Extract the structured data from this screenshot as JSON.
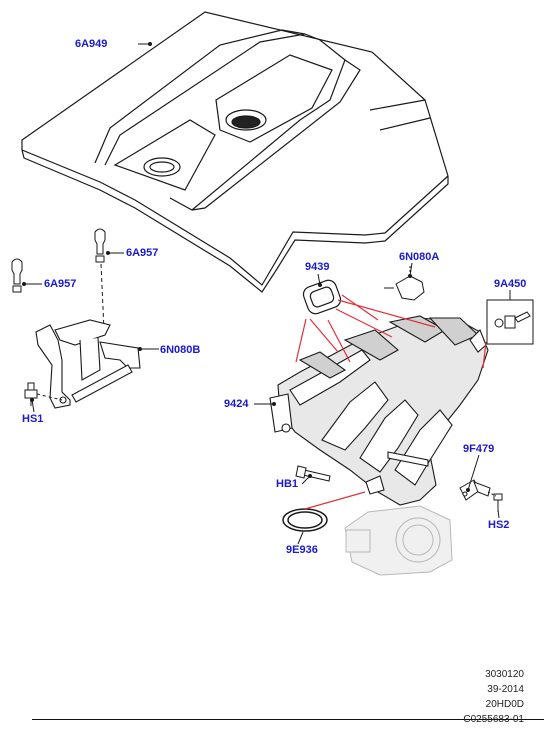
{
  "callouts": {
    "engine_cover": "6A949",
    "stud_upper": "6A957",
    "stud_left": "6A957",
    "bracket": "6N080B",
    "screw_hs1": "HS1",
    "gasket_9439": "9439",
    "clip_6n080a": "6N080A",
    "valve_9a450": "9A450",
    "manifold_9424": "9424",
    "bolt_hb1": "HB1",
    "sensor_9f479": "9F479",
    "screw_hs2": "HS2",
    "seal_9e936": "9E936"
  },
  "footer": {
    "line1": "3030120",
    "line2": "39-2014",
    "line3": "20HD0D",
    "line4": "C0255683-01"
  },
  "colors": {
    "callout": "#1a1ad0",
    "leader_red": "#e0303a",
    "line_art": "#1a1a1a"
  }
}
